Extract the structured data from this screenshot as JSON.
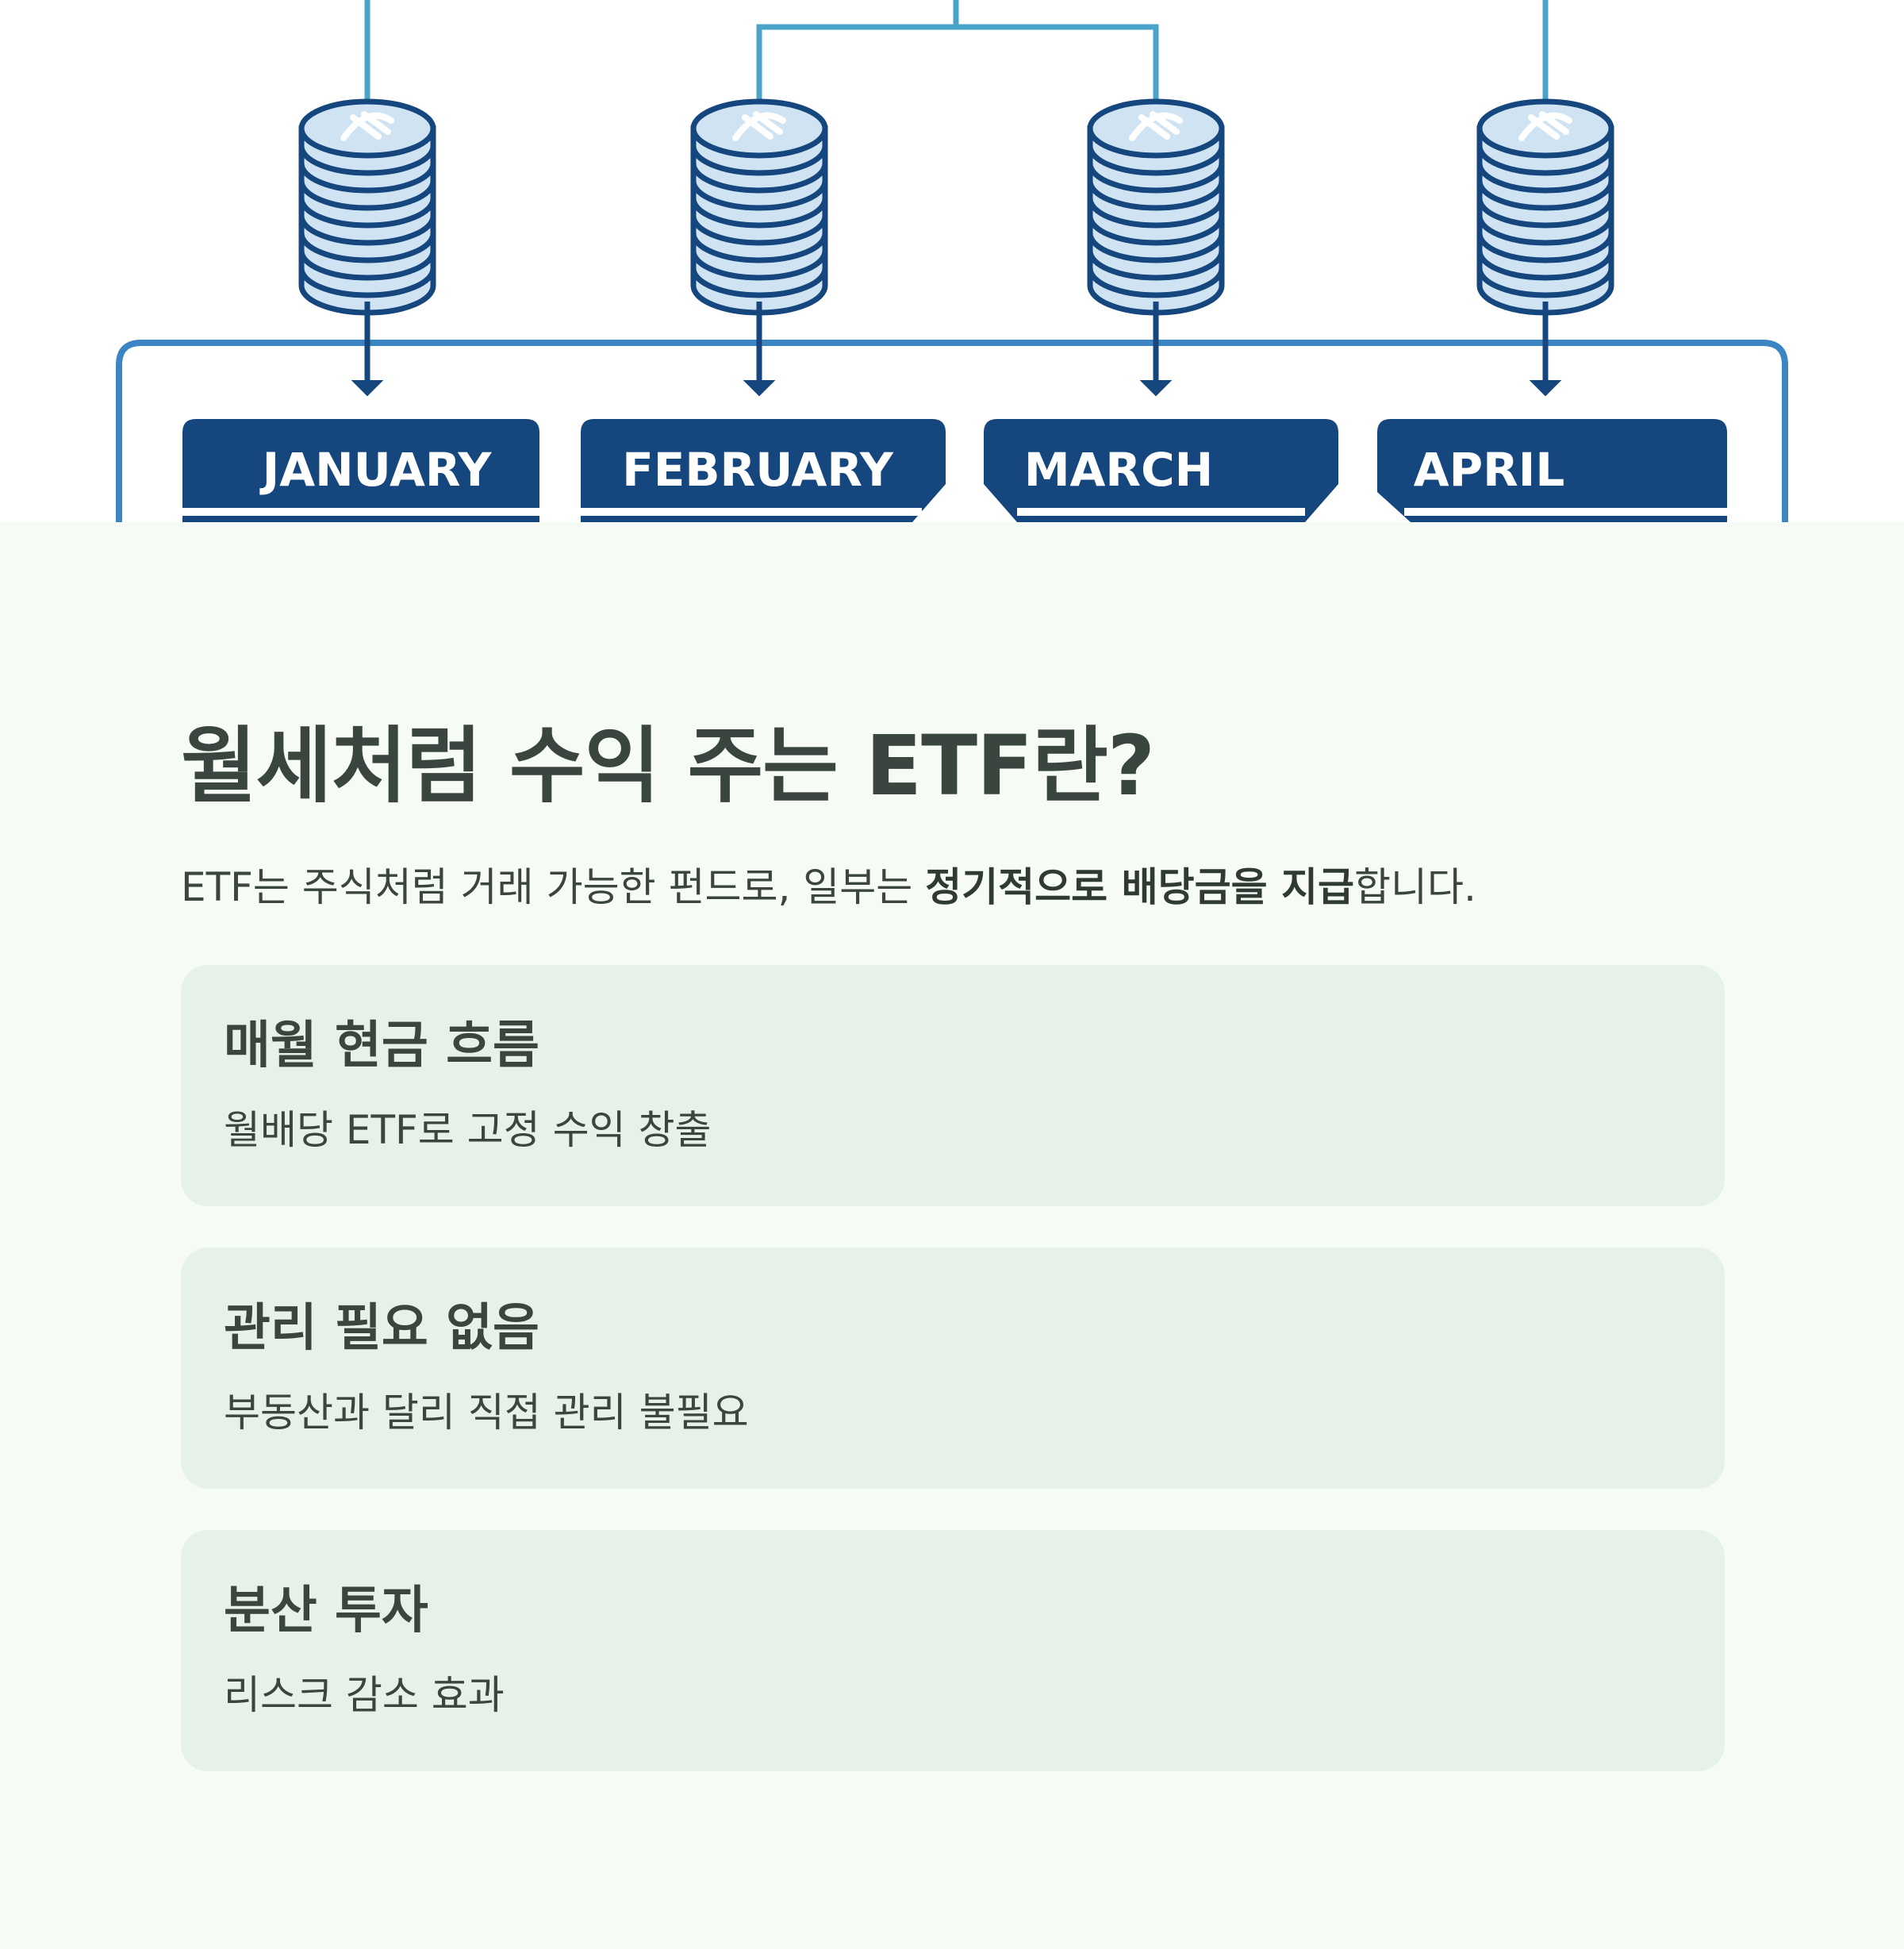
{
  "hero": {
    "months": [
      "JANUARY",
      "FEBRUARY",
      "MARCH",
      "APRIL"
    ],
    "colors": {
      "line": "#4aa3c8",
      "frame": "#3b86c2",
      "coin_fill": "#cfe3f3",
      "coin_stroke": "#15467e",
      "label_bg": "#15467e"
    },
    "coin_icons": [
      "coin-icon",
      "coin-icon",
      "coin-icon",
      "dollar-icon"
    ]
  },
  "title": "월세처럼 수익 주는 ETF란?",
  "intro": {
    "before": "ETF는 주식처럼 거래 가능한 펀드로, 일부는 ",
    "bold": "정기적으로 배당금을 지급",
    "after": "합니다."
  },
  "cards": [
    {
      "title": "매월 현금 흐름",
      "desc": "월배당 ETF로 고정 수익 창출"
    },
    {
      "title": "관리 필요 없음",
      "desc": "부동산과 달리 직접 관리 불필요"
    },
    {
      "title": "분산 투자",
      "desc": "리스크 감소 효과"
    }
  ],
  "colors": {
    "page_bg": "#f6fbf6",
    "card_bg": "#e6f1e7",
    "text": "#3a4540"
  }
}
